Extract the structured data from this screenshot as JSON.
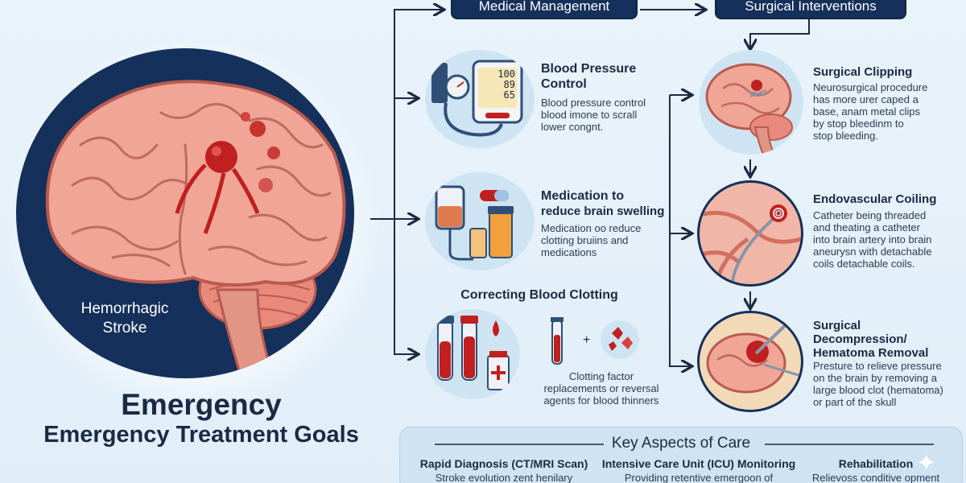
{
  "left": {
    "stroke_label_line1": "Hemorrhagic",
    "stroke_label_line2": "Stroke",
    "title": "Emergency",
    "subtitle": "Emergency Treatment Goals"
  },
  "headers": {
    "medical": "Medical Management",
    "surgical": "Surgical Interventions"
  },
  "medical": {
    "bp_title_1": "Blood Pressure",
    "bp_title_2": "Control",
    "bp_text_1": "Blood pressure control",
    "bp_text_2": "blood imone to scrall",
    "bp_text_3": "lower congnt.",
    "bp_monitor_1": "100",
    "bp_monitor_2": "89",
    "bp_monitor_3": "65",
    "med_title_1": "Medication to",
    "med_title_2": "reduce brain swelling",
    "med_text_1": "Medication oo reduce",
    "med_text_2": "clotting bruiins and",
    "med_text_3": "medications",
    "clot_title": "Correcting Blood Clotting",
    "clot_plus": "+",
    "clot_text_1": "Clotting factor",
    "clot_text_2": "replacements or reversal",
    "clot_text_3": "agents for blood thinners"
  },
  "surgical": {
    "clip_title": "Surgical Clipping",
    "clip_text_1": "Neurosurgical procedure",
    "clip_text_2": "has more urer caped a",
    "clip_text_3": "base, anam metal clips",
    "clip_text_4": "by stop bleedinm to",
    "clip_text_5": "stop bleeding.",
    "coil_title": "Endovascular Coiling",
    "coil_text_1": "Catheter being threaded",
    "coil_text_2": "and theating a catheter",
    "coil_text_3": "into brain artery into brain",
    "coil_text_4": "aneurysn with detachable",
    "coil_text_5": "coils detachable coils.",
    "decomp_title_1": "Surgical",
    "decomp_title_2": "Decompression/",
    "decomp_title_3": "Hematoma Removal",
    "decomp_text_1": "Presture to relieve pressure",
    "decomp_text_2": "on the brain by removing a",
    "decomp_text_3": "large blood clot (hematoma)",
    "decomp_text_4": "or part of the skull"
  },
  "key_aspects": {
    "title": "Key Aspects of Care",
    "items": [
      {
        "heading": "Rapid Diagnosis (CT/MRI Scan)",
        "text": "Stroke evolution zent henilary"
      },
      {
        "heading": "Intensive Care Unit (ICU) Monitoring",
        "text": "Providing retentive emergoon of"
      },
      {
        "heading": "Rehabilitation",
        "text": "Relievoss conditive opment"
      }
    ]
  },
  "colors": {
    "navy": "#15305a",
    "brain_pink": "#ec9a8c",
    "blood_red": "#c0201f",
    "background": "#e6f1f9",
    "circle_blue": "#cfe4f3"
  }
}
